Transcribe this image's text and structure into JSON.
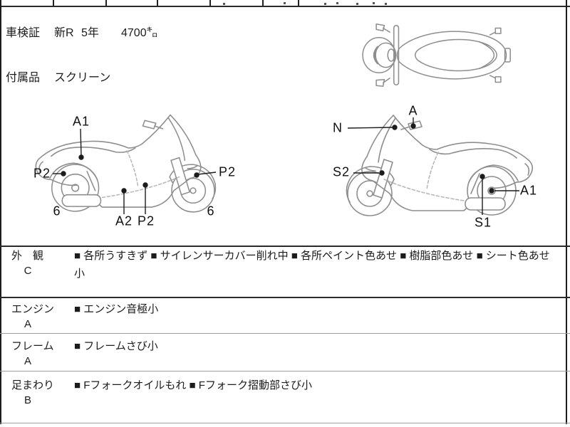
{
  "vehicle_info": {
    "shaken_label": "車検証",
    "shaken_era": "新R",
    "shaken_year": "5年",
    "mileage": "4700㌔",
    "accessories_label": "付属品",
    "accessories_value": "スクリーン"
  },
  "diagram_left": {
    "labels": [
      {
        "text": "A1"
      },
      {
        "text": "P2"
      },
      {
        "text": "P2"
      },
      {
        "text": "6"
      },
      {
        "text": "6"
      },
      {
        "text": "A2"
      },
      {
        "text": "P2"
      }
    ]
  },
  "diagram_right": {
    "labels": [
      {
        "text": "A"
      },
      {
        "text": "N"
      },
      {
        "text": "S2"
      },
      {
        "text": "A1"
      },
      {
        "text": "S1"
      }
    ]
  },
  "inspection": {
    "rows": [
      {
        "label": "外　観",
        "grade": "C",
        "line1": "■ 各所うすきず ■ サイレンサーカバー削れ中 ■ 各所ペイント色あせ ■ 樹脂部色あせ ■ シート色あせ",
        "line2": "小"
      },
      {
        "label": "エンジン",
        "grade": "A",
        "line1": "■ エンジン音極小",
        "line2": ""
      },
      {
        "label": "フレーム",
        "grade": "A",
        "line1": "■ フレームさび小",
        "line2": ""
      },
      {
        "label": "足まわり",
        "grade": "B",
        "line1": "■ Fフォークオイルもれ ■ Fフォーク摺動部さび小",
        "line2": ""
      }
    ]
  }
}
